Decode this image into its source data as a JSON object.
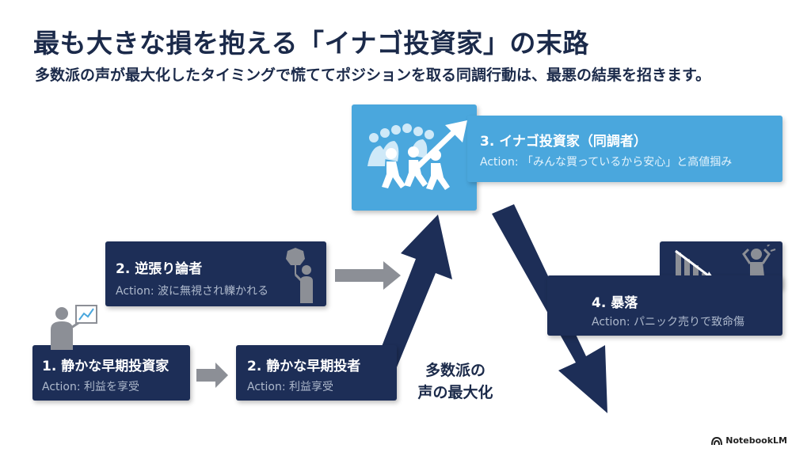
{
  "header": {
    "title": "最も大きな損を抱える「イナゴ投資家」の末路",
    "subtitle": "多数派の声が最大化したタイミングで慌ててポジションを取る同調行動は、最悪の結果を招きます。"
  },
  "nodes": {
    "early_investor": {
      "label": "1. 静かな早期投資家",
      "action": "Action: 利益を享受"
    },
    "early_trader": {
      "label": "2. 静かな早期投者",
      "action": "Action: 利益享受"
    },
    "contrarian": {
      "label": "2. 逆張り論者",
      "action": "Action: 波に無視され轢かれる"
    },
    "locust": {
      "label": "3. イナゴ投資家（同調者）",
      "action": "Action: 「みんな買っているから安心」と高値掴み"
    },
    "crash": {
      "label": "4. 暴落",
      "action": "Action: パニック売りで致命傷"
    }
  },
  "center_caption": {
    "line1": "多数派の",
    "line2": "声の最大化"
  },
  "brand": {
    "name": "NotebookLM"
  },
  "colors": {
    "navy": "#1d2e57",
    "sky": "#4aa7dd",
    "arrow_gray": "#8c8f96",
    "text": "#1b2a4a"
  },
  "icons": [
    "presenter-icon",
    "protester-icon",
    "crowd-running-icon",
    "crash-chart-icon",
    "distressed-person-icon",
    "notebooklm-logo-icon"
  ]
}
